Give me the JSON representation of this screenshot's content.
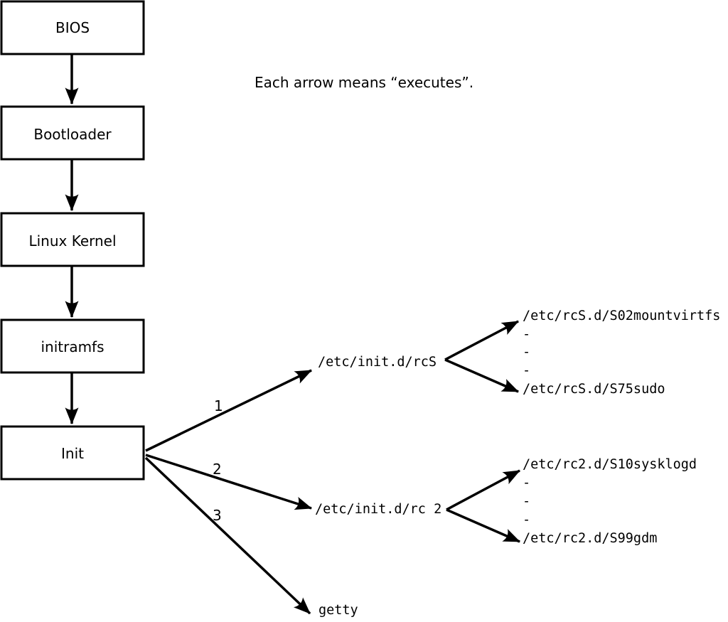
{
  "annotation": {
    "text": "Each arrow means “executes”."
  },
  "chain": [
    {
      "label": "BIOS"
    },
    {
      "label": "Bootloader"
    },
    {
      "label": "Linux Kernel"
    },
    {
      "label": "initramfs"
    },
    {
      "label": "Init"
    }
  ],
  "init_branches": [
    {
      "order": "1",
      "target": "/etc/init.d/rcS",
      "children": [
        "/etc/rcS.d/S02mountvirtfs",
        "-",
        "-",
        "-",
        "/etc/rcS.d/S75sudo"
      ]
    },
    {
      "order": "2",
      "target": "/etc/init.d/rc 2",
      "children": [
        "/etc/rc2.d/S10sysklogd",
        "-",
        "-",
        "-",
        "/etc/rc2.d/S99gdm"
      ]
    },
    {
      "order": "3",
      "target": "getty",
      "children": []
    }
  ],
  "colors": {
    "ink": "#000000",
    "paper": "#ffffff"
  }
}
